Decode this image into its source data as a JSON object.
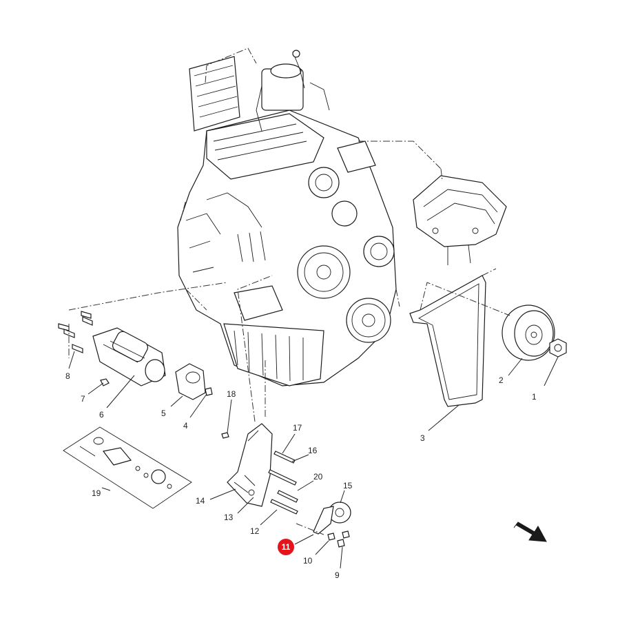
{
  "diagram": {
    "highlight_color": "#e3141c",
    "highlighted_callout": "11",
    "callouts": [
      "1",
      "2",
      "3",
      "4",
      "5",
      "6",
      "7",
      "8",
      "9",
      "10",
      "11",
      "12",
      "13",
      "14",
      "15",
      "16",
      "17",
      "18",
      "19",
      "20"
    ]
  },
  "direction_indicator": "arrow-icon"
}
